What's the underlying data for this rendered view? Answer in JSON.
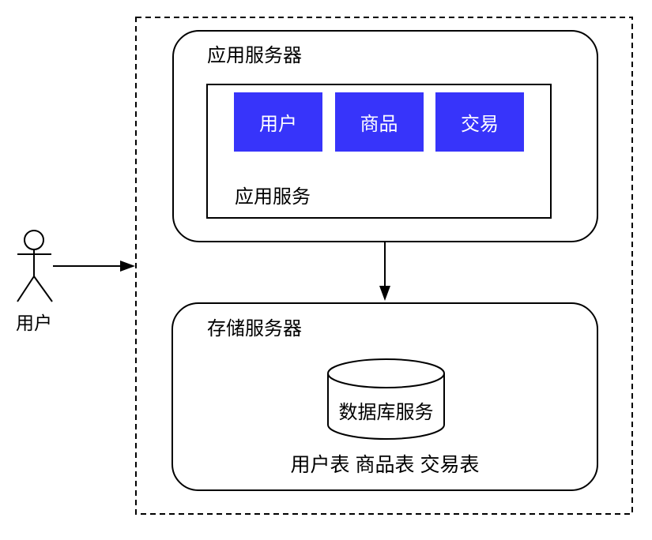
{
  "diagram": {
    "actor": {
      "label": "用户"
    },
    "app_server": {
      "title": "应用服务器",
      "service_label": "应用服务",
      "modules": [
        "用户",
        "商品",
        "交易"
      ]
    },
    "storage_server": {
      "title": "存储服务器",
      "database_label": "数据库服务",
      "tables_label": "用户表 商品表 交易表"
    },
    "colors": {
      "module_fill": "#3734FA",
      "module_text": "#FFFFFF",
      "stroke": "#000000",
      "background": "#FFFFFF"
    }
  }
}
